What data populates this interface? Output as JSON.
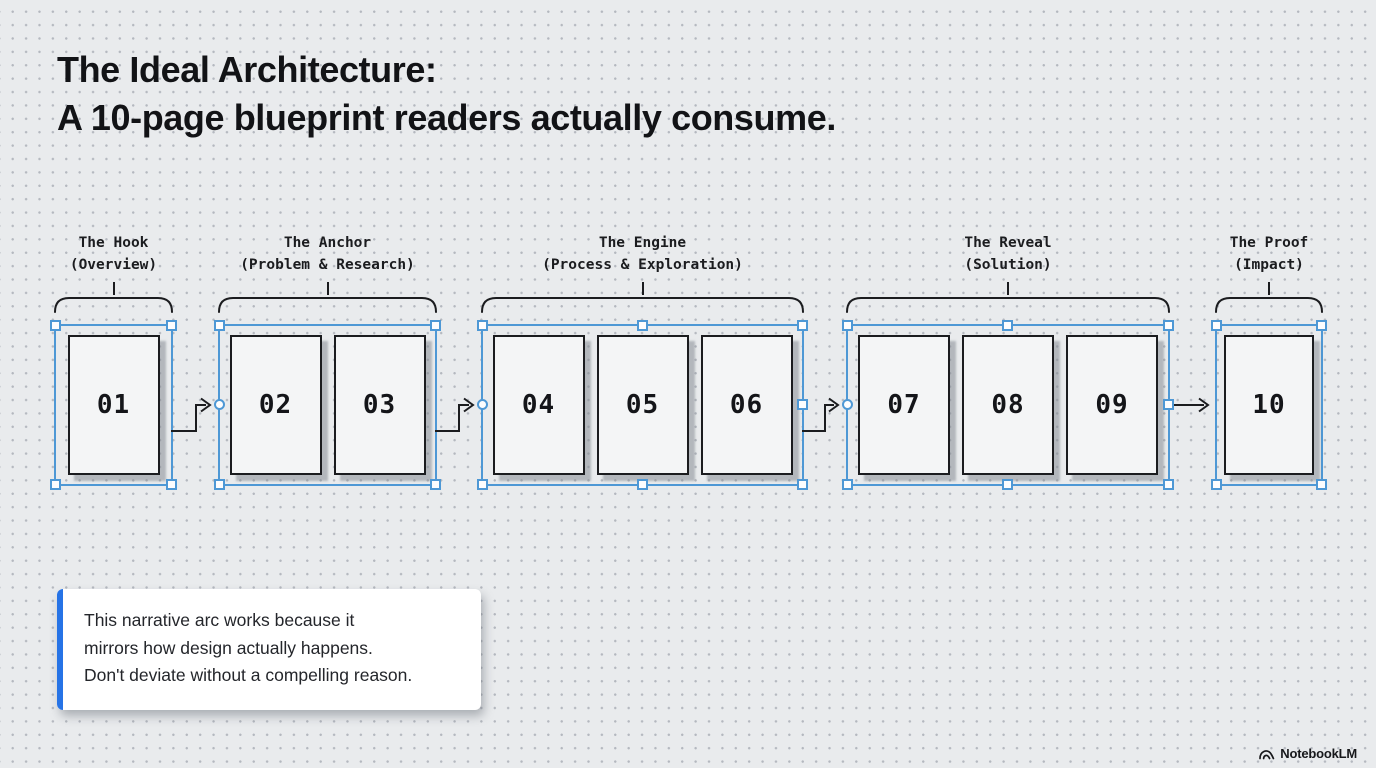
{
  "title": {
    "line1": "The Ideal Architecture:",
    "line2": "A 10-page blueprint readers actually consume."
  },
  "groups": [
    {
      "name": "The Hook",
      "subtitle": "(Overview)",
      "pages": [
        "01"
      ]
    },
    {
      "name": "The Anchor",
      "subtitle": "(Problem & Research)",
      "pages": [
        "02",
        "03"
      ]
    },
    {
      "name": "The Engine",
      "subtitle": "(Process & Exploration)",
      "pages": [
        "04",
        "05",
        "06"
      ]
    },
    {
      "name": "The Reveal",
      "subtitle": "(Solution)",
      "pages": [
        "07",
        "08",
        "09"
      ]
    },
    {
      "name": "The Proof",
      "subtitle": "(Impact)",
      "pages": [
        "10"
      ]
    }
  ],
  "note": {
    "lines": [
      "This narrative arc works because it",
      "mirrors how design actually happens.",
      "Don't deviate without a compelling reason."
    ]
  },
  "footer": {
    "brand": "NotebookLM"
  },
  "colors": {
    "background": "#e9ebed",
    "grid_dot": "#b4b8bf",
    "selection_blue": "#4e98d5",
    "ink": "#1b1c1f",
    "card_fill": "#f4f5f6",
    "note_accent_blue": "#2673e6",
    "note_background": "#ffffff"
  }
}
